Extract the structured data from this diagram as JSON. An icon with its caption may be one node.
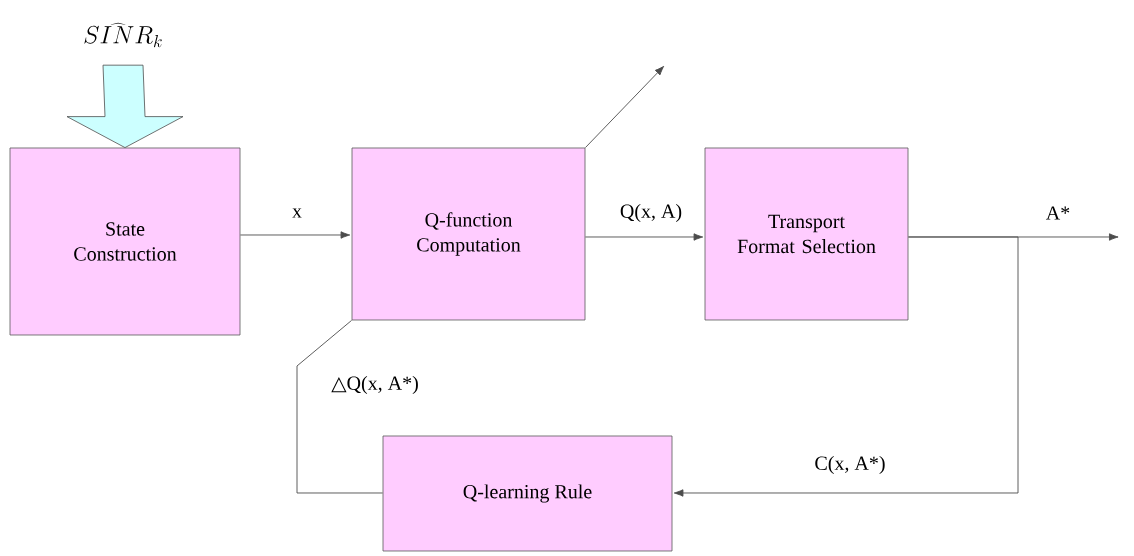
{
  "diagram": {
    "nodes": [
      {
        "text": [
          "\\widehat{SINR}_k"
        ]
      },
      {
        "text": [
          "State Construction"
        ]
      },
      {
        "text": [
          "Q-function Computation"
        ]
      },
      {
        "text": [
          "Transport Format Selection"
        ]
      },
      {
        "text": [
          "Q-learning Rule"
        ]
      }
    ],
    "edges": [
      {
        "from": 0,
        "to": 1,
        "arrow": "to",
        "style": "thick"
      },
      {
        "from": 1,
        "to": 2,
        "arrow": "to",
        "label": "x"
      },
      {
        "from": 2,
        "to": 3,
        "arrow": "to",
        "label": "Q(x, A)"
      },
      {
        "from": 3,
        "to": null,
        "arrow": "to",
        "label": "A*"
      },
      {
        "from": 3,
        "to": 4,
        "arrow": "to",
        "label": "C(x, A*)"
      },
      {
        "from": 4,
        "to": 2,
        "arrow": "none",
        "label": "△Q(x, A*)"
      },
      {
        "from": 2,
        "to": null,
        "arrow": "to"
      }
    ]
  }
}
